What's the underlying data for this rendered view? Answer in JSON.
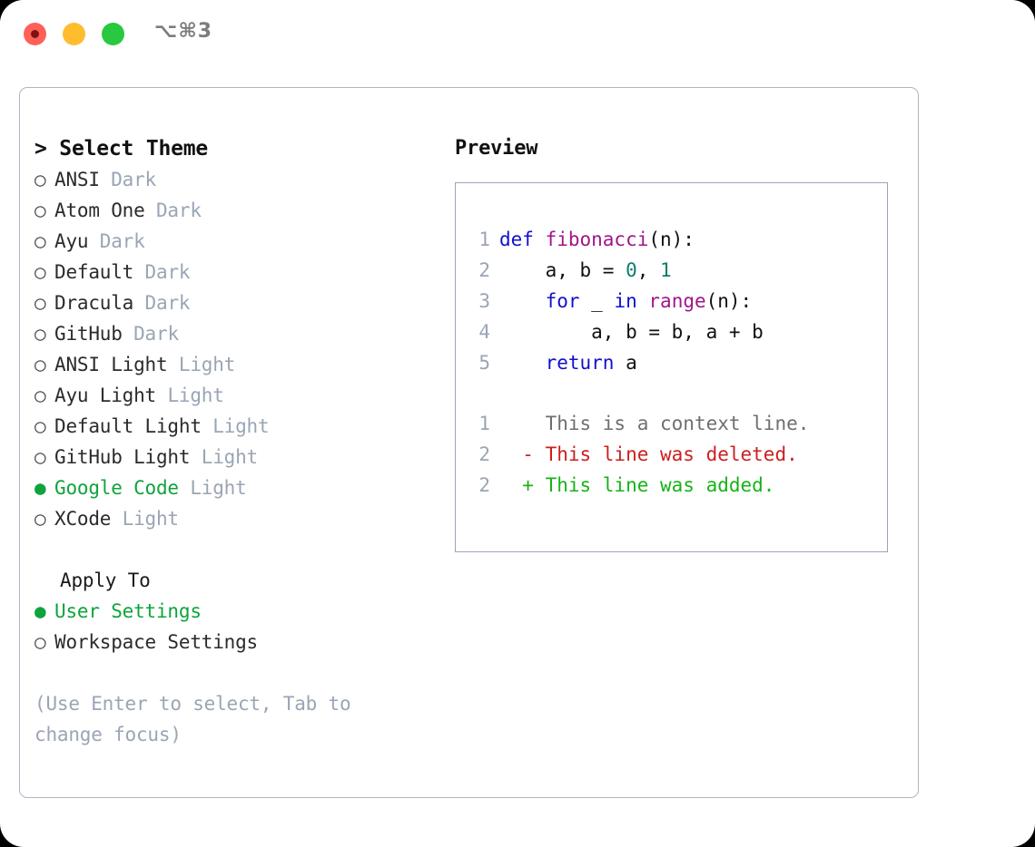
{
  "titlebar": {
    "shortcut_label": "⌥⌘3",
    "buttons": [
      {
        "name": "close",
        "color": "#ff6058"
      },
      {
        "name": "minimize",
        "color": "#ffbd2e"
      },
      {
        "name": "zoom",
        "color": "#28c840"
      }
    ]
  },
  "theme_picker": {
    "heading": "> Select Theme",
    "cursor": ">",
    "bullet_unselected": "○",
    "bullet_selected": "●",
    "items": [
      {
        "name": "ANSI",
        "kind": "Dark",
        "selected": false
      },
      {
        "name": "Atom One",
        "kind": "Dark",
        "selected": false
      },
      {
        "name": "Ayu",
        "kind": "Dark",
        "selected": false
      },
      {
        "name": "Default",
        "kind": "Dark",
        "selected": false
      },
      {
        "name": "Dracula",
        "kind": "Dark",
        "selected": false
      },
      {
        "name": "GitHub",
        "kind": "Dark",
        "selected": false
      },
      {
        "name": "ANSI Light",
        "kind": "Light",
        "selected": false
      },
      {
        "name": "Ayu Light",
        "kind": "Light",
        "selected": false
      },
      {
        "name": "Default Light",
        "kind": "Light",
        "selected": false
      },
      {
        "name": "GitHub Light",
        "kind": "Light",
        "selected": false
      },
      {
        "name": "Google Code",
        "kind": "Light",
        "selected": true
      },
      {
        "name": "XCode",
        "kind": "Light",
        "selected": false
      }
    ]
  },
  "apply_to": {
    "heading": "Apply To",
    "items": [
      {
        "name": "User Settings",
        "selected": true
      },
      {
        "name": "Workspace Settings",
        "selected": false
      }
    ]
  },
  "hint": "(Use Enter to select, Tab to change focus)",
  "preview": {
    "heading": "Preview",
    "code_lines": [
      {
        "number": "1",
        "tokens": [
          {
            "text": "def ",
            "type": "kw"
          },
          {
            "text": "fibonacci",
            "type": "fn"
          },
          {
            "text": "(n):",
            "type": "txt"
          }
        ]
      },
      {
        "number": "2",
        "tokens": [
          {
            "text": "    a, b = ",
            "type": "txt"
          },
          {
            "text": "0",
            "type": "num"
          },
          {
            "text": ", ",
            "type": "txt"
          },
          {
            "text": "1",
            "type": "num"
          }
        ]
      },
      {
        "number": "3",
        "tokens": [
          {
            "text": "    ",
            "type": "txt"
          },
          {
            "text": "for",
            "type": "kw"
          },
          {
            "text": " _ ",
            "type": "txt"
          },
          {
            "text": "in",
            "type": "kw"
          },
          {
            "text": " ",
            "type": "txt"
          },
          {
            "text": "range",
            "type": "fn"
          },
          {
            "text": "(n):",
            "type": "txt"
          }
        ]
      },
      {
        "number": "4",
        "tokens": [
          {
            "text": "        a, b = b, a + b",
            "type": "txt"
          }
        ]
      },
      {
        "number": "5",
        "tokens": [
          {
            "text": "    ",
            "type": "txt"
          },
          {
            "text": "return",
            "type": "kw"
          },
          {
            "text": " a",
            "type": "txt"
          }
        ]
      }
    ],
    "diff_lines": [
      {
        "number": "1",
        "marker": " ",
        "text": "This is a context line.",
        "type": "ctx"
      },
      {
        "number": "2",
        "marker": "-",
        "text": "This line was deleted.",
        "type": "del"
      },
      {
        "number": "2",
        "marker": "+",
        "text": "This line was added.",
        "type": "add"
      }
    ]
  },
  "colors": {
    "accent_green": "#0fa33c",
    "muted_blue_gray": "#9aa5b5",
    "keyword_blue": "#1010cf",
    "function_magenta": "#a2158a",
    "number_teal": "#0e7c6b",
    "diff_deleted_red": "#cc1f1f",
    "diff_added_green": "#17b317",
    "panel_border": "#aeb6c2"
  }
}
